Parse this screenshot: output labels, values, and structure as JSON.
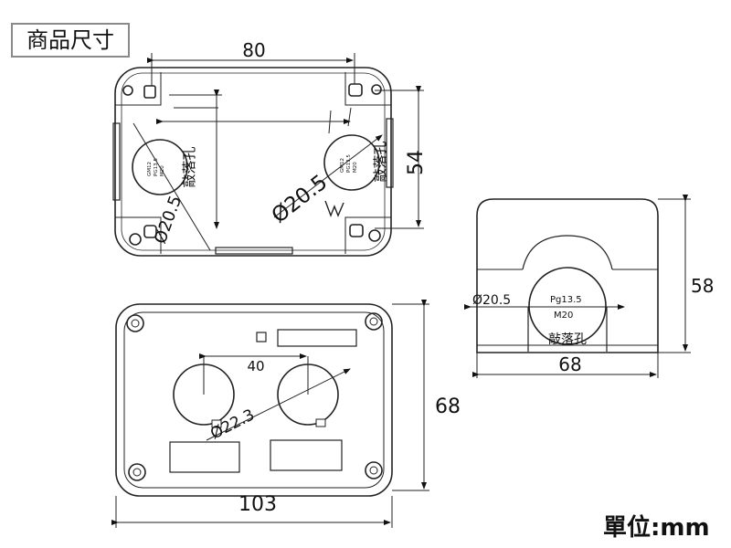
{
  "header": {
    "title": "商品尺寸"
  },
  "footer": {
    "unit": "單位:mm"
  },
  "top_view": {
    "width": "80",
    "height": "54",
    "hole_diameter": "Ø20.5",
    "hole_diameter_left": "Ø20.5",
    "knockout_label_left": "敲落孔",
    "knockout_label_right": "敲落孔",
    "hole_marks_left": [
      "GM12",
      "PG13.5",
      "M20"
    ],
    "hole_marks_right": [
      "GM12",
      "PG13.5",
      "M20"
    ]
  },
  "side_view": {
    "height": "58",
    "width": "68",
    "hole_diameter": "Ø20.5",
    "thread_1": "Pg13.5",
    "thread_2": "M20",
    "knockout_label": "敲落孔"
  },
  "bottom_view": {
    "spacing": "40",
    "hole_diameter": "Ø22.3",
    "width": "103",
    "height": "68"
  }
}
